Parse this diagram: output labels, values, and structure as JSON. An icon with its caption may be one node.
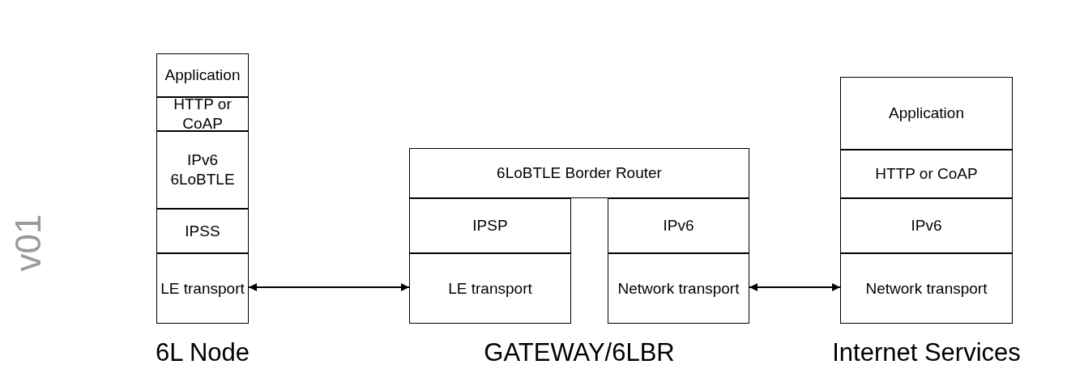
{
  "diagram": {
    "nodes": [
      {
        "text": [
          "6L Node"
        ]
      },
      {
        "text": [
          "Application"
        ],
        "in": 0
      },
      {
        "text": [
          "HTTP or CoAP"
        ],
        "in": 0
      },
      {
        "text": [
          "IPv6 6LoBTLE"
        ],
        "in": 0
      },
      {
        "text": [
          "IPSS"
        ],
        "in": 0
      },
      {
        "text": [
          "LE transport"
        ],
        "in": 0
      },
      {
        "text": [
          "GATEWAY/6LBR"
        ]
      },
      {
        "text": [
          "6LoBTLE Border Router"
        ],
        "in": 6
      },
      {
        "text": [
          "IPSP"
        ],
        "in": 6
      },
      {
        "text": [
          "IPv6"
        ],
        "in": 6
      },
      {
        "text": [
          "LE transport"
        ],
        "in": 6
      },
      {
        "text": [
          "Network transport"
        ],
        "in": 6
      },
      {
        "text": [
          "Internet Services"
        ]
      },
      {
        "text": [
          "Application"
        ],
        "in": 12
      },
      {
        "text": [
          "HTTP or CoAP"
        ],
        "in": 12
      },
      {
        "text": [
          "IPv6"
        ],
        "in": 12
      },
      {
        "text": [
          "Network transport"
        ],
        "in": 12
      }
    ],
    "edges": [
      {
        "from": 5,
        "to": 10,
        "arrow": "both"
      },
      {
        "from": 11,
        "to": 16,
        "arrow": "both"
      }
    ],
    "labels": [
      "v01"
    ]
  }
}
